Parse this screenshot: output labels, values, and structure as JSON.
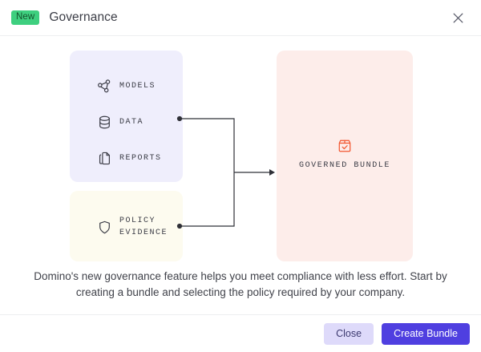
{
  "header": {
    "badge": "New",
    "title": "Governance",
    "close_icon": "close-icon"
  },
  "diagram": {
    "sources_card": {
      "name": "sources",
      "color": "#EFEEFC",
      "items": [
        {
          "icon": "network-nodes-icon",
          "label": "MODELS"
        },
        {
          "icon": "database-icon",
          "label": "DATA"
        },
        {
          "icon": "documents-copy-icon",
          "label": "REPORTS"
        }
      ]
    },
    "policy_card": {
      "name": "policy-evidence",
      "color": "#FDFBEF",
      "icon": "shield-icon",
      "label_line1": "POLICY",
      "label_line2": "EVIDENCE"
    },
    "bundle_card": {
      "name": "governed-bundle",
      "color": "#FDEDEA",
      "icon": "package-check-icon",
      "icon_color": "#F2562F",
      "label": "GOVERNED BUNDLE"
    }
  },
  "description": "Domino's new governance feature helps you meet compliance with less effort. Start by creating a bundle and selecting the policy required by your company.",
  "footer": {
    "close_label": "Close",
    "create_label": "Create Bundle",
    "primary_color": "#4F3FE0",
    "secondary_color": "#DEDAFA"
  }
}
